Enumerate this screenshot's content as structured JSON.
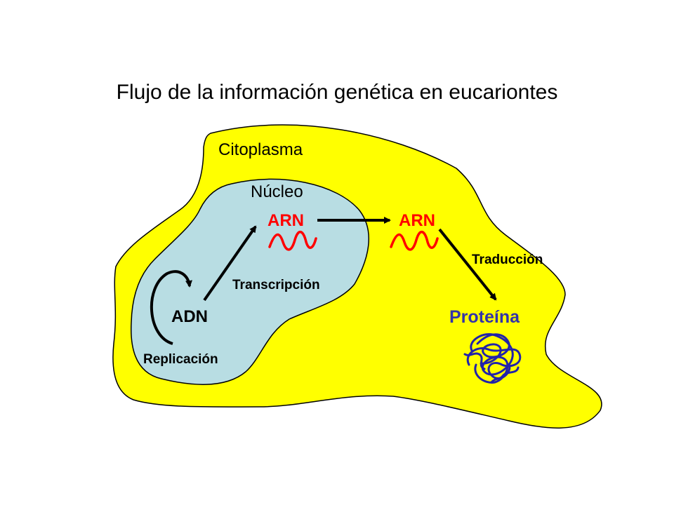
{
  "title": "Flujo de la información genética en eucariontes",
  "regions": {
    "cytoplasm": "Citoplasma",
    "nucleus": "Núcleo"
  },
  "molecules": {
    "dna": "ADN",
    "rna_nucleus": "ARN",
    "rna_cytoplasm": "ARN",
    "protein": "Proteína"
  },
  "processes": {
    "replication": "Replicación",
    "transcription": "Transcripción",
    "translation": "Traducción"
  },
  "colors": {
    "cytoplasm": "#ffff00",
    "nucleus": "#b8dde3",
    "rna": "#ff0000",
    "protein": "#3333aa",
    "outline": "#000000"
  }
}
